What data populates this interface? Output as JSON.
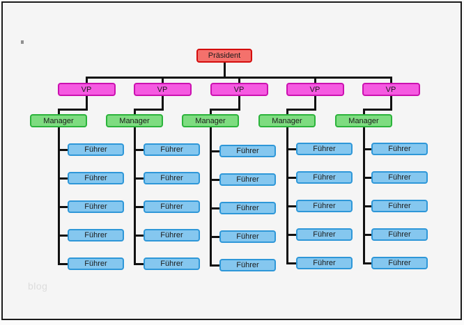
{
  "watermark": "blog",
  "colors": {
    "background": "#f5f5f5",
    "frame_border": "#1a1a1a",
    "line": "#111111",
    "text": "#1a1a1a",
    "president_fill": "#f4716c",
    "president_border": "#d40d0d",
    "vp_fill": "#f55ae1",
    "vp_border": "#cb11b0",
    "manager_fill": "#7edc80",
    "manager_border": "#2bb33b",
    "leader_fill": "#85c7ef",
    "leader_border": "#2e97d8",
    "watermark_color": "#dcdcdc"
  },
  "diagram": {
    "type": "org-chart",
    "root": {
      "label": "Präsident",
      "role": "president"
    },
    "columns": [
      {
        "vp": "VP",
        "manager": "Manager",
        "leaders": [
          "Führer",
          "Führer",
          "Führer",
          "Führer",
          "Führer"
        ]
      },
      {
        "vp": "VP",
        "manager": "Manager",
        "leaders": [
          "Führer",
          "Führer",
          "Führer",
          "Führer",
          "Führer"
        ]
      },
      {
        "vp": "VP",
        "manager": "Manager",
        "leaders": [
          "Führer",
          "Führer",
          "Führer",
          "Führer",
          "Führer"
        ]
      },
      {
        "vp": "VP",
        "manager": "Manager",
        "leaders": [
          "Führer",
          "Führer",
          "Führer",
          "Führer",
          "Führer"
        ]
      },
      {
        "vp": "VP",
        "manager": "Manager",
        "leaders": [
          "Führer",
          "Führer",
          "Führer",
          "Führer",
          "Führer"
        ]
      }
    ]
  }
}
